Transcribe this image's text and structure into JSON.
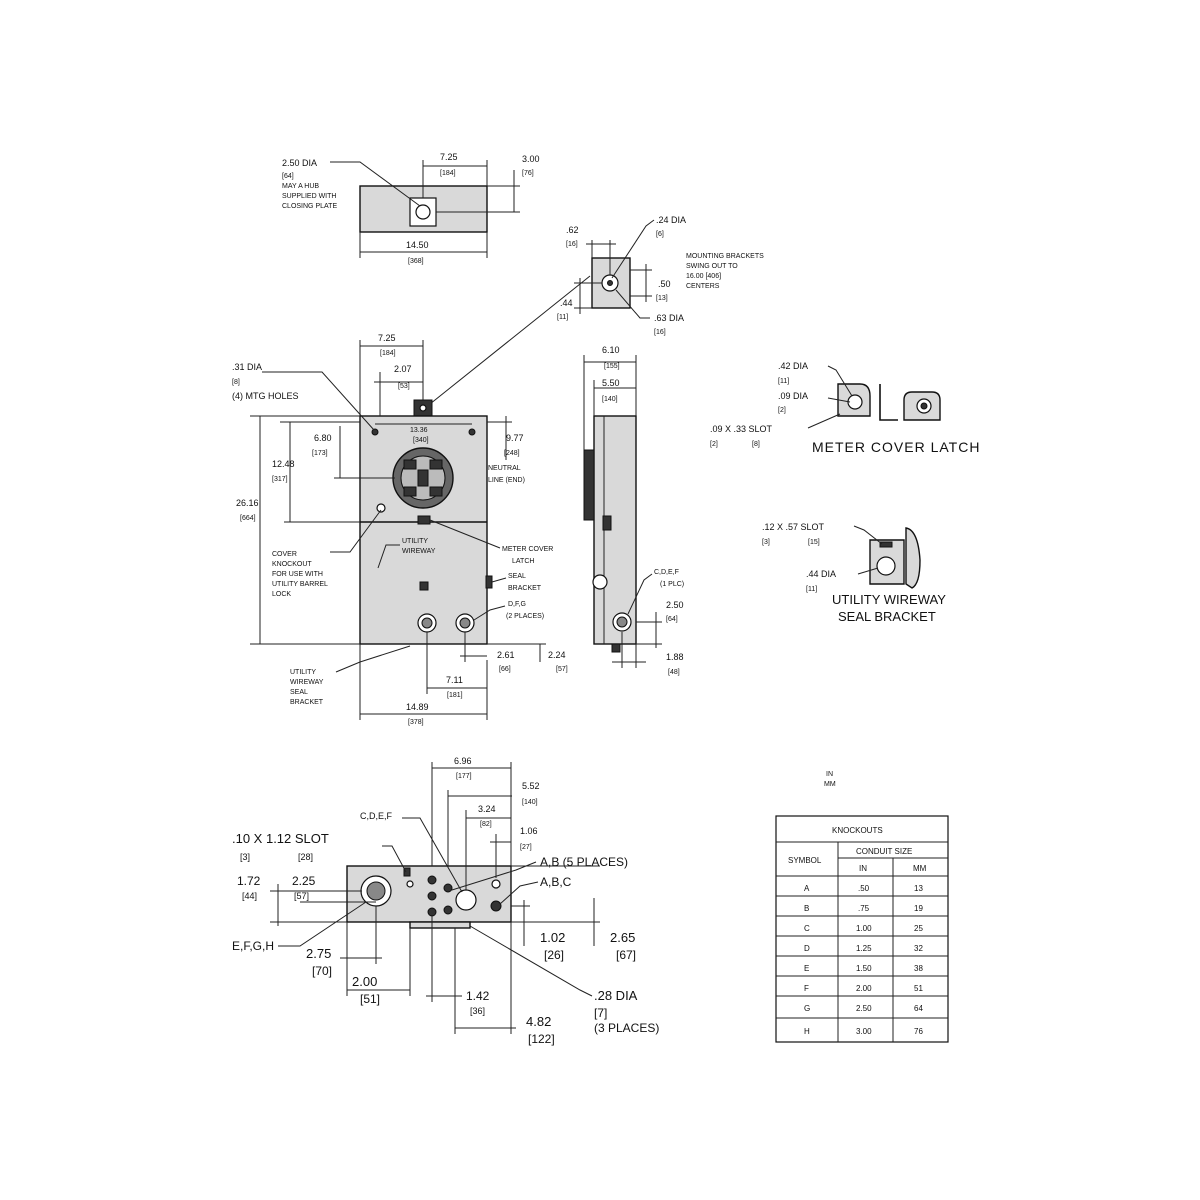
{
  "top_view": {
    "hub_dia": "2.50 DIA",
    "hub_dia_mm": "[64]",
    "hub_note_1": "MAY A HUB",
    "hub_note_2": "SUPPLIED WITH",
    "hub_note_3": "CLOSING PLATE",
    "dim_width_center": "7.25",
    "dim_width_center_mm": "[184]",
    "dim_depth": "3.00",
    "dim_depth_mm": "[76]",
    "dim_width": "14.50",
    "dim_width_mm": "[368]"
  },
  "mounting_bracket": {
    "dim_62": ".62",
    "dim_62_mm": "[16]",
    "dia_24": ".24 DIA",
    "dia_24_mm": "[6]",
    "note_1": "MOUNTING BRACKETS",
    "note_2": "SWING OUT TO",
    "note_3": "16.00 [406]",
    "note_4": "CENTERS",
    "dim_50": ".50",
    "dim_50_mm": "[13]",
    "dim_44": ".44",
    "dim_44_mm": "[11]",
    "dia_63": ".63 DIA",
    "dia_63_mm": "[16]"
  },
  "front_view": {
    "dim_725": "7.25",
    "dim_725_mm": "[184]",
    "dim_207": "2.07",
    "dim_207_mm": "[53]",
    "mtg_dia": ".31 DIA",
    "mtg_dia_mm": "[8]",
    "mtg_holes": "(4) MTG HOLES",
    "dim_1336": "13.36",
    "dim_1336_mm": "[340]",
    "dim_680": "6.80",
    "dim_680_mm": "[173]",
    "dim_1248": "12.48",
    "dim_1248_mm": "[317]",
    "dim_2616": "26.16",
    "dim_2616_mm": "[664]",
    "dim_977": "9.77",
    "dim_977_mm": "[248]",
    "neutral_1": "NEUTRAL",
    "neutral_2": "LINE (END)",
    "cover_1": "COVER",
    "cover_2": "KNOCKOUT",
    "cover_3": "FOR USE WITH",
    "cover_4": "UTILITY BARREL",
    "cover_5": "LOCK",
    "utility_wireway_1": "UTILITY",
    "utility_wireway_2": "WIREWAY",
    "meter_latch_1": "METER COVER",
    "meter_latch_2": "LATCH",
    "seal_1": "SEAL",
    "seal_2": "BRACKET",
    "dfg": "D,F,G",
    "dfg_places": "(2 PLACES)",
    "dim_261": "2.61",
    "dim_261_mm": "[66]",
    "dim_224": "2.24",
    "dim_224_mm": "[57]",
    "dim_711": "7.11",
    "dim_711_mm": "[181]",
    "dim_1489": "14.89",
    "dim_1489_mm": "[378]",
    "bl_1": "UTILITY",
    "bl_2": "WIREWAY",
    "bl_3": "SEAL",
    "bl_4": "BRACKET"
  },
  "side_view": {
    "dim_610": "6.10",
    "dim_610_mm": "[155]",
    "dim_550": "5.50",
    "dim_550_mm": "[140]",
    "cdef": "C,D,E,F",
    "cdef_plc": "(1 PLC)",
    "dim_250": "2.50",
    "dim_250_mm": "[64]",
    "dim_188": "1.88",
    "dim_188_mm": "[48]"
  },
  "meter_cover_latch": {
    "dia_42": ".42 DIA",
    "dia_42_mm": "[11]",
    "dia_09": ".09 DIA",
    "dia_09_mm": "[2]",
    "slot": ".09 X .33 SLOT",
    "slot_mm_a": "[2]",
    "slot_mm_b": "[8]",
    "title": "METER COVER LATCH"
  },
  "seal_bracket": {
    "slot": ".12 X .57 SLOT",
    "slot_mm_a": "[3]",
    "slot_mm_b": "[15]",
    "dia_44": ".44 DIA",
    "dia_44_mm": "[11]",
    "title_1": "UTILITY WIREWAY",
    "title_2": "SEAL BRACKET"
  },
  "bottom_view": {
    "dim_696": "6.96",
    "dim_696_mm": "[177]",
    "dim_552": "5.52",
    "dim_552_mm": "[140]",
    "dim_324": "3.24",
    "dim_324_mm": "[82]",
    "cdef": "C,D,E,F",
    "dim_106": "1.06",
    "dim_106_mm": "[27]",
    "slot": ".10 X 1.12 SLOT",
    "slot_mm_a": "[3]",
    "slot_mm_b": "[28]",
    "ab_places": "A,B (5 PLACES)",
    "abc": "A,B,C",
    "dim_172": "1.72",
    "dim_172_mm": "[44]",
    "dim_225": "2.25",
    "dim_225_mm": "[57]",
    "efgh": "E,F,G,H",
    "dim_275": "2.75",
    "dim_275_mm": "[70]",
    "dim_102": "1.02",
    "dim_102_mm": "[26]",
    "dim_265": "2.65",
    "dim_265_mm": "[67]",
    "dim_200": "2.00",
    "dim_200_mm": "[51]",
    "dim_142": "1.42",
    "dim_142_mm": "[36]",
    "dia_28": ".28 DIA",
    "dia_28_mm": "[7]",
    "dia_28_places": "(3 PLACES)",
    "dim_482": "4.82",
    "dim_482_mm": "[122]"
  },
  "units": {
    "top": "IN",
    "bottom": "MM"
  },
  "knockouts_table": {
    "title": "KNOCKOUTS",
    "col_symbol": "SYMBOL",
    "col_conduit": "CONDUIT SIZE",
    "col_in": "IN",
    "col_mm": "MM",
    "rows": [
      {
        "symbol": "A",
        "in": ".50",
        "mm": "13"
      },
      {
        "symbol": "B",
        "in": ".75",
        "mm": "19"
      },
      {
        "symbol": "C",
        "in": "1.00",
        "mm": "25"
      },
      {
        "symbol": "D",
        "in": "1.25",
        "mm": "32"
      },
      {
        "symbol": "E",
        "in": "1.50",
        "mm": "38"
      },
      {
        "symbol": "F",
        "in": "2.00",
        "mm": "51"
      },
      {
        "symbol": "G",
        "in": "2.50",
        "mm": "64"
      },
      {
        "symbol": "H",
        "in": "3.00",
        "mm": "76"
      }
    ]
  }
}
